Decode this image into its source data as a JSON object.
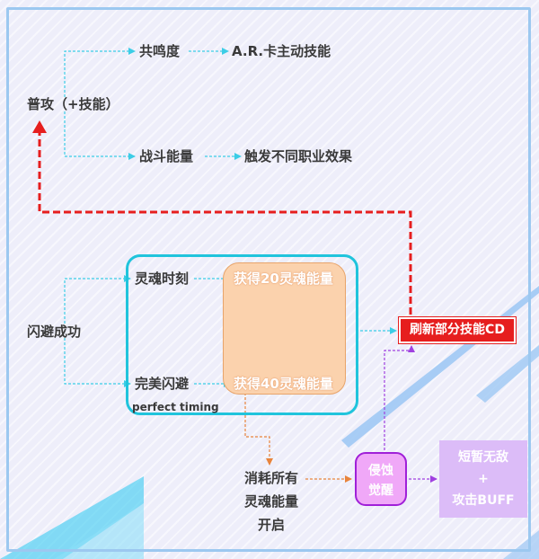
{
  "diagram": {
    "nodes": {
      "basic_attack": "普攻（+技能）",
      "resonance": "共鸣度",
      "ar_card": "A.R.卡主动技能",
      "battle_energy": "战斗能量",
      "class_effect": "触发不同职业效果",
      "dodge_success": "闪避成功",
      "soul_moment": "灵魂时刻",
      "perfect_dodge": "完美闪避",
      "perfect_timing": "perfect timing",
      "gain_20": "获得20灵魂能量",
      "gain_40": "获得40灵魂能量",
      "refresh_cd": "刷新部分技能CD",
      "consume_line1": "消耗所有",
      "consume_line2": "灵魂能量",
      "consume_line3": "开启",
      "awaken_line1": "侵蚀",
      "awaken_line2": "觉醒",
      "invincible_line1": "短暂无敌",
      "invincible_line2": "+",
      "invincible_line3": "攻击BUFF"
    },
    "edges": [
      {
        "from": "basic_attack",
        "to": "resonance",
        "style": "cyan-dashed"
      },
      {
        "from": "resonance",
        "to": "ar_card",
        "style": "cyan-dashed"
      },
      {
        "from": "basic_attack",
        "to": "battle_energy",
        "style": "cyan-dashed"
      },
      {
        "from": "battle_energy",
        "to": "class_effect",
        "style": "cyan-dashed"
      },
      {
        "from": "dodge_success",
        "to": "soul_moment",
        "style": "cyan-dashed"
      },
      {
        "from": "dodge_success",
        "to": "perfect_dodge",
        "style": "cyan-dashed"
      },
      {
        "from": "soul_moment",
        "to": "gain_20",
        "style": "cyan-dashed"
      },
      {
        "from": "perfect_dodge",
        "to": "gain_40",
        "style": "cyan-dashed"
      },
      {
        "from": "gain_20",
        "to": "refresh_cd",
        "style": "cyan-dashed"
      },
      {
        "from": "gain_40",
        "to": "consume",
        "style": "orange-dashed"
      },
      {
        "from": "consume",
        "to": "awaken",
        "style": "orange-dashed"
      },
      {
        "from": "awaken",
        "to": "invincible",
        "style": "purple-dashed"
      },
      {
        "from": "awaken",
        "to": "refresh_cd",
        "style": "purple-dashed"
      },
      {
        "from": "refresh_cd",
        "to": "basic_attack",
        "style": "red-dashed-bold"
      }
    ],
    "colors": {
      "cyan_line": "#3ccde6",
      "red_line": "#e61e1e",
      "orange_line": "#e8843c",
      "purple_line": "#a040e0",
      "frame": "#9cc8f0"
    }
  }
}
